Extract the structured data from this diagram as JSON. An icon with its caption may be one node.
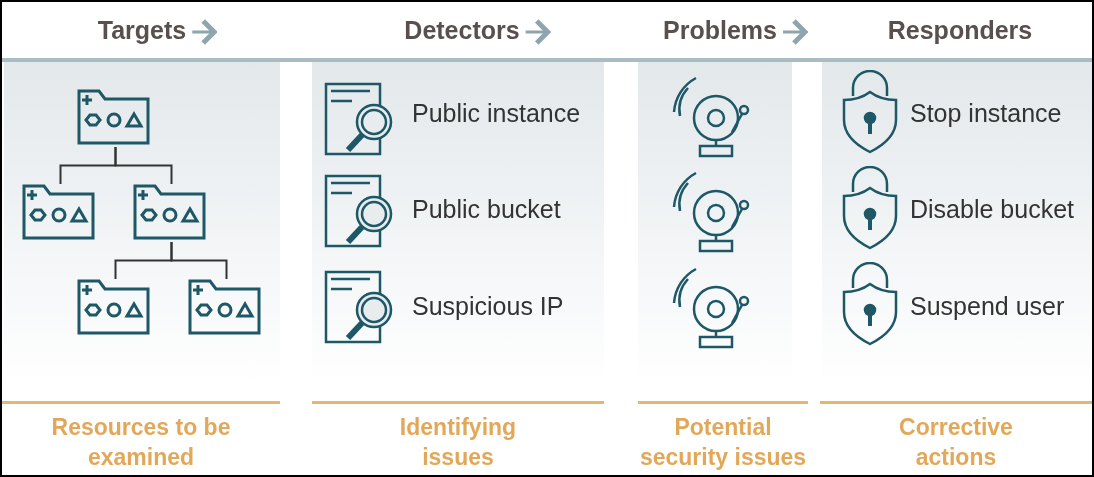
{
  "diagram": {
    "nodes": [
      {
        "text": [
          "Targets"
        ]
      },
      {
        "text": [
          "Detectors"
        ]
      },
      {
        "text": [
          "Problems"
        ]
      },
      {
        "text": [
          "Responders"
        ]
      },
      {
        "text": [],
        "shape": "folder"
      },
      {
        "text": [],
        "shape": "folder"
      },
      {
        "text": [],
        "shape": "folder"
      },
      {
        "text": [],
        "shape": "folder"
      },
      {
        "text": [],
        "shape": "folder"
      }
    ],
    "edges": [
      {
        "from": 0,
        "to": null,
        "arrow": "to",
        "color": "#8fa5ad"
      },
      {
        "from": 1,
        "to": null,
        "arrow": "to",
        "color": "#8fa5ad"
      },
      {
        "from": 2,
        "to": null,
        "arrow": "to",
        "color": "#8fa5ad"
      },
      {
        "from": 4,
        "to": 5,
        "arrow": "none"
      },
      {
        "from": 4,
        "to": 6,
        "arrow": "none"
      },
      {
        "from": 6,
        "to": 7,
        "arrow": "none"
      },
      {
        "from": 6,
        "to": 8,
        "arrow": "none"
      }
    ],
    "labels": [
      "Public instance",
      "Stop instance",
      "Public bucket",
      "Disable bucket",
      "Suspicious IP",
      "Suspend user",
      "Resources to be examined",
      "Identifying issues",
      "Potential security issues",
      "Corrective actions"
    ]
  }
}
